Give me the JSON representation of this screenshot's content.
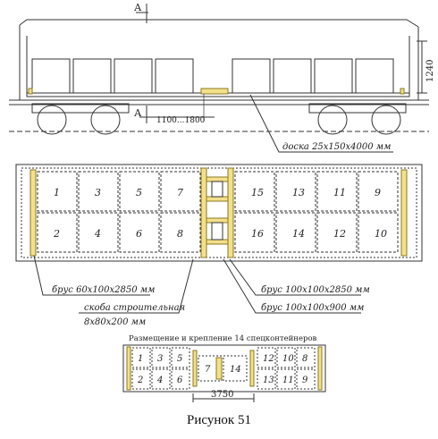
{
  "side_view": {
    "section_mark": "А",
    "dim_height": "1240",
    "dim_length": "1100...1800",
    "board_label": "доска 25х150х4000 мм"
  },
  "plan_view": {
    "left_containers": [
      {
        "num": "1"
      },
      {
        "num": "3"
      },
      {
        "num": "5"
      },
      {
        "num": "7"
      },
      {
        "num": "2"
      },
      {
        "num": "4"
      },
      {
        "num": "6"
      },
      {
        "num": "8"
      }
    ],
    "right_containers": [
      {
        "num": "15"
      },
      {
        "num": "13"
      },
      {
        "num": "11"
      },
      {
        "num": "9"
      },
      {
        "num": "16"
      },
      {
        "num": "14"
      },
      {
        "num": "12"
      },
      {
        "num": "10"
      }
    ],
    "labels": {
      "beam_left": "брус 60х100х2850 мм",
      "staple": "скоба строительная",
      "staple_size": "8х80х200 мм",
      "beam_mid1": "брус 100х100х2850 мм",
      "beam_mid2": "брус 100х100х900 мм"
    }
  },
  "small_plan": {
    "title": "Размещение и крепление 14 спецконтейнеров",
    "top_left": [
      "1",
      "3",
      "5"
    ],
    "bottom_left": [
      "2",
      "4",
      "6"
    ],
    "middle": [
      "7",
      "14"
    ],
    "top_right": [
      "12",
      "10",
      "8"
    ],
    "bottom_right": [
      "13",
      "11",
      "9"
    ],
    "dim": "3750"
  },
  "caption": "Рисунок 51",
  "colors": {
    "line": "#333333",
    "beam_fill": "#f4e08a",
    "beam_stroke": "#8a7a20"
  }
}
